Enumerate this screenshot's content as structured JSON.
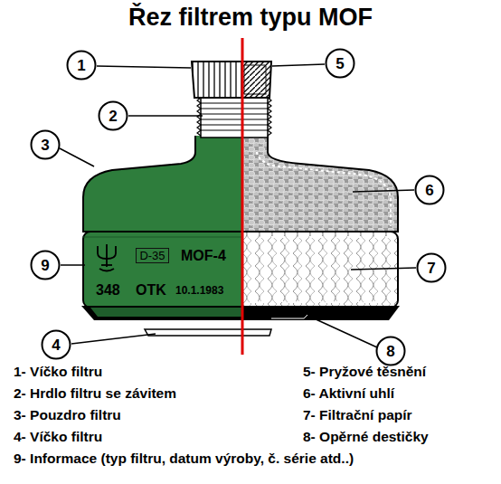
{
  "diagram": {
    "title": "Řez filtrem typu MOF",
    "nodes": [
      {
        "text": [
          "1"
        ]
      },
      {
        "text": [
          "5"
        ]
      },
      {
        "text": [
          "2"
        ]
      },
      {
        "text": [
          "3"
        ]
      },
      {
        "text": [
          "6"
        ]
      },
      {
        "text": [
          "9"
        ]
      },
      {
        "text": [
          "D-35"
        ]
      },
      {
        "text": [
          "7"
        ]
      },
      {
        "text": [
          "4"
        ]
      },
      {
        "text": [
          "8"
        ]
      }
    ],
    "labels": [
      "MOF-4",
      "348",
      "OTK",
      "10.1.1983",
      "1- Víčko filtru",
      "2- Hrdlo filtru se závitem",
      "3- Pouzdro filtru",
      "4- Víčko filtru",
      "5- Pryžové těsnění",
      "6- Aktivní uhlí",
      "7- Filtrační papír",
      "8- Opěrné destičky",
      "9- Informace (typ filtru, datum výroby, č. série atd..)"
    ]
  }
}
